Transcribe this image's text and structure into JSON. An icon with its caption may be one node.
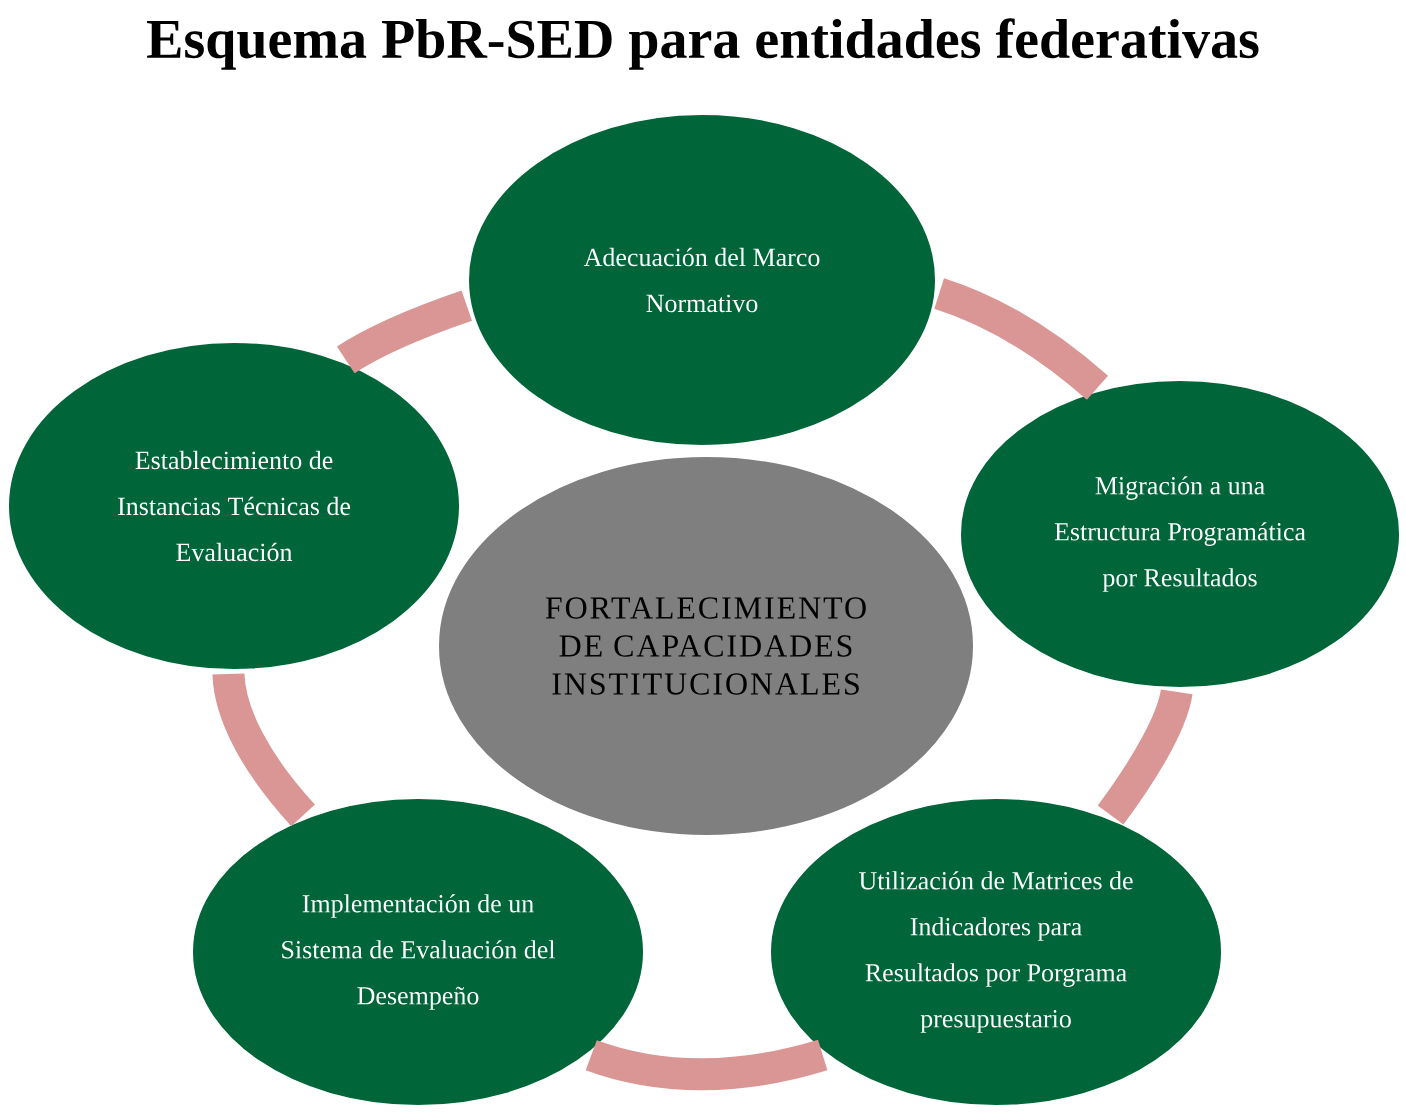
{
  "diagram": {
    "title": "Esquema PbR-SED para entidades federativas",
    "nodes": [
      {
        "text": [
          "Adecuación del Marco Normativo"
        ]
      },
      {
        "text": [
          "Establecimiento de Instancias Técnicas de Evaluación"
        ]
      },
      {
        "text": [
          "Migración a una Estructura Programática por Resultados"
        ]
      },
      {
        "text": [
          "FORTALECIMIENTO DE CAPACIDADES INSTITUCIONALES"
        ]
      },
      {
        "text": [
          "Implementación de un Sistema de Evaluación del Desempeño"
        ]
      },
      {
        "text": [
          "Utilización de Matrices de Indicadores para Resultados por Porgrama presupuestario"
        ]
      }
    ],
    "edges": [
      {
        "from": 0,
        "to": 2,
        "arrow": "none"
      },
      {
        "from": 2,
        "to": 5,
        "arrow": "none"
      },
      {
        "from": 5,
        "to": 4,
        "arrow": "none"
      },
      {
        "from": 4,
        "to": 1,
        "arrow": "none"
      },
      {
        "from": 1,
        "to": 0,
        "arrow": "none"
      }
    ]
  }
}
